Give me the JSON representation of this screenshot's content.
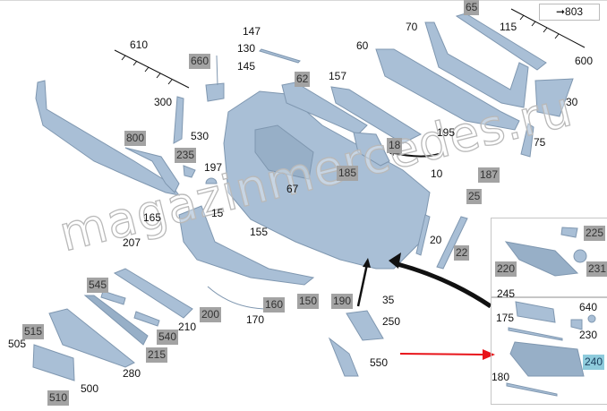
{
  "reference_box": {
    "arrow_icon": "arrow-right-icon",
    "label": "803"
  },
  "callouts": {
    "610": "610",
    "147": "147",
    "130": "130",
    "145": "145",
    "660": "660",
    "300": "300",
    "530": "530",
    "800": "800",
    "235": "235",
    "197": "197",
    "67": "67",
    "62": "62",
    "157": "157",
    "60": "60",
    "70": "70",
    "65": "65",
    "115": "115",
    "600": "600",
    "30": "30",
    "195": "195",
    "75": "75",
    "18": "18",
    "185": "185",
    "10": "10",
    "187": "187",
    "25": "25",
    "165": "165",
    "15": "15",
    "155": "155",
    "207": "207",
    "545": "545",
    "515": "515",
    "505": "505",
    "510": "510",
    "500": "500",
    "280": "280",
    "215": "215",
    "540": "540",
    "210": "210",
    "200": "200",
    "170": "170",
    "160": "160",
    "150": "150",
    "190": "190",
    "35": "35",
    "250": "250",
    "550": "550",
    "20": "20",
    "22": "22",
    "225": "225",
    "220": "220",
    "231": "231",
    "245": "245",
    "175": "175",
    "640": "640",
    "230": "230",
    "240": "240",
    "180": "180"
  },
  "watermark": "magazinmercedes.ru",
  "colors": {
    "part": "#a9bfd6",
    "part_dark": "#7f97b0",
    "label_box": "#a3a3a3",
    "highlight": "#8ecbdc",
    "red_arrow": "#e8141a"
  }
}
